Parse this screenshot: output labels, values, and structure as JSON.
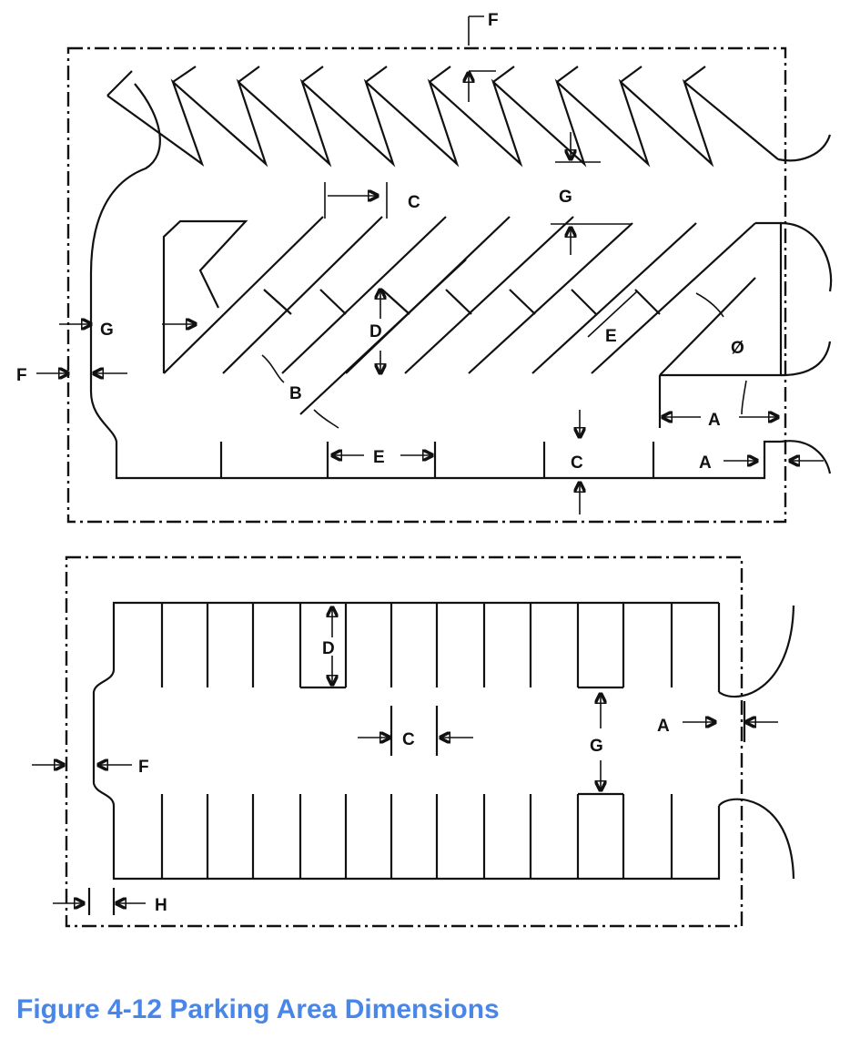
{
  "caption": "Figure 4-12 Parking Area Dimensions",
  "dimension_labels": {
    "a": "A",
    "b": "B",
    "c": "C",
    "d": "D",
    "e": "E",
    "f": "F",
    "g": "G",
    "h": "H",
    "angle": "Ø"
  },
  "colors": {
    "caption": "#4a86e8",
    "lines": "#111111"
  }
}
